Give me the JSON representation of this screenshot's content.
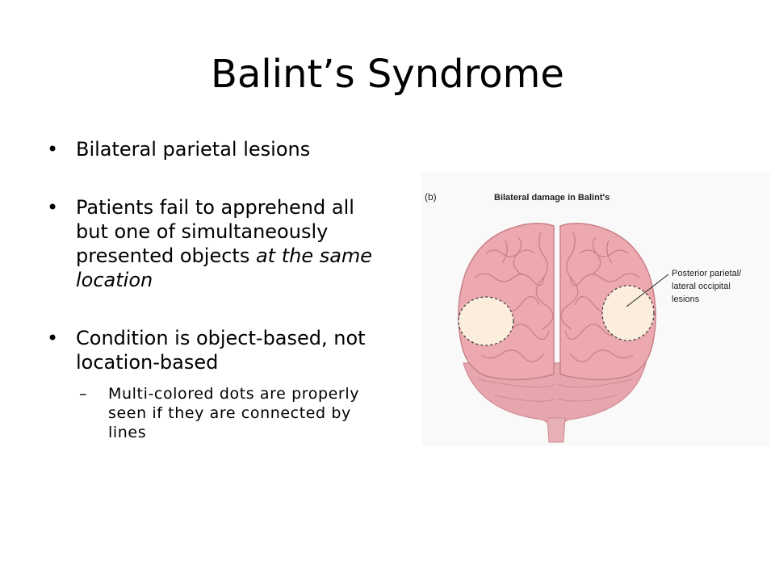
{
  "slide": {
    "title": "Balint’s Syndrome",
    "bullets": [
      {
        "text": "Bilateral parietal lesions"
      },
      {
        "pre": "Patients fail to apprehend all but one of simultaneously presented objects ",
        "em": "at the same location"
      },
      {
        "text": "Condition is object-based, not location-based",
        "sub": [
          "Multi-colored dots are properly seen if they are connected by lines"
        ]
      }
    ],
    "dash": "–"
  },
  "figure": {
    "panel_label": "(b)",
    "caption": "Bilateral damage in Balint's",
    "annotation_line1": "Posterior parietal/",
    "annotation_line2": "lateral occipital",
    "annotation_line3": "lesions",
    "colors": {
      "cortex": "#ecaab0",
      "cortex_shadow": "#d98e96",
      "lesion": "#fbeedd",
      "cerebellum": "#e7a6ad",
      "background": "#f9f9f9"
    }
  }
}
